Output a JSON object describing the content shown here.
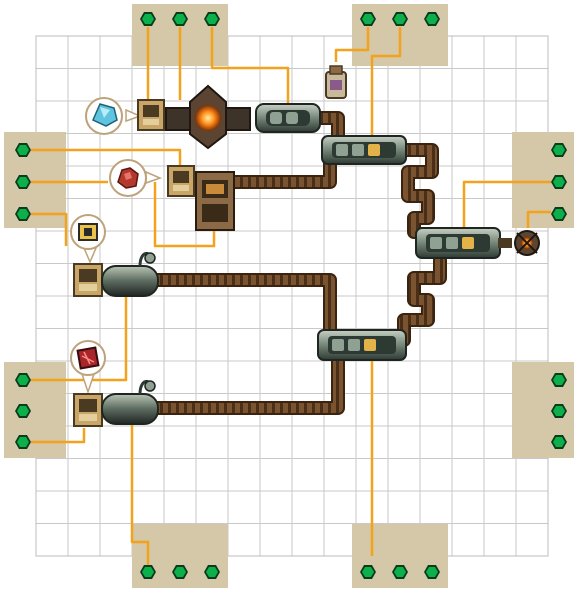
{
  "colors": {
    "background": "#ffffff",
    "grid_line": "#c8c8c8",
    "pad_fill": "#d4c8a8",
    "port_green": "#0bb04a",
    "port_dark": "#0b3b1c",
    "wire_orange": "#f2a21b",
    "conveyor_dark": "#5a3a1f",
    "conveyor_light": "#9a6a3e",
    "machine_metal": "#7f9183",
    "machine_dark": "#2d3a33",
    "brass": "#c9a567",
    "furnace_glow": "#ff8a1a"
  },
  "grid": {
    "columns": 16,
    "rows": 16
  },
  "port_pads": [
    {
      "id": "top-left",
      "ports": 3
    },
    {
      "id": "top-right",
      "ports": 3
    },
    {
      "id": "left-upper",
      "ports": 3
    },
    {
      "id": "left-lower",
      "ports": 3
    },
    {
      "id": "right-upper",
      "ports": 3
    },
    {
      "id": "right-lower",
      "ports": 3
    },
    {
      "id": "bottom-left",
      "ports": 3
    },
    {
      "id": "bottom-right",
      "ports": 3
    }
  ],
  "resource_bubbles": [
    {
      "id": "crystal",
      "icon": "crystal-ore-icon"
    },
    {
      "id": "red-ore",
      "icon": "red-ore-icon"
    },
    {
      "id": "chip",
      "icon": "chip-icon"
    },
    {
      "id": "red-card",
      "icon": "red-card-icon"
    }
  ],
  "machines": [
    {
      "id": "feeder-crystal",
      "icon": "feeder-icon"
    },
    {
      "id": "furnace",
      "icon": "furnace-icon"
    },
    {
      "id": "smelter-tube",
      "icon": "smelter-icon"
    },
    {
      "id": "feeder-red-ore",
      "icon": "feeder-icon"
    },
    {
      "id": "press",
      "icon": "press-icon"
    },
    {
      "id": "feeder-chip",
      "icon": "feeder-icon"
    },
    {
      "id": "tank-upper",
      "icon": "tank-icon"
    },
    {
      "id": "feeder-red-card",
      "icon": "feeder-icon"
    },
    {
      "id": "tank-lower",
      "icon": "tank-icon"
    },
    {
      "id": "assembler-top",
      "icon": "assembler-icon"
    },
    {
      "id": "assembler-mid",
      "icon": "assembler-icon"
    },
    {
      "id": "assembler-low",
      "icon": "assembler-icon"
    },
    {
      "id": "output-exit",
      "icon": "exit-icon"
    },
    {
      "id": "jar-item",
      "icon": "jar-icon"
    }
  ]
}
